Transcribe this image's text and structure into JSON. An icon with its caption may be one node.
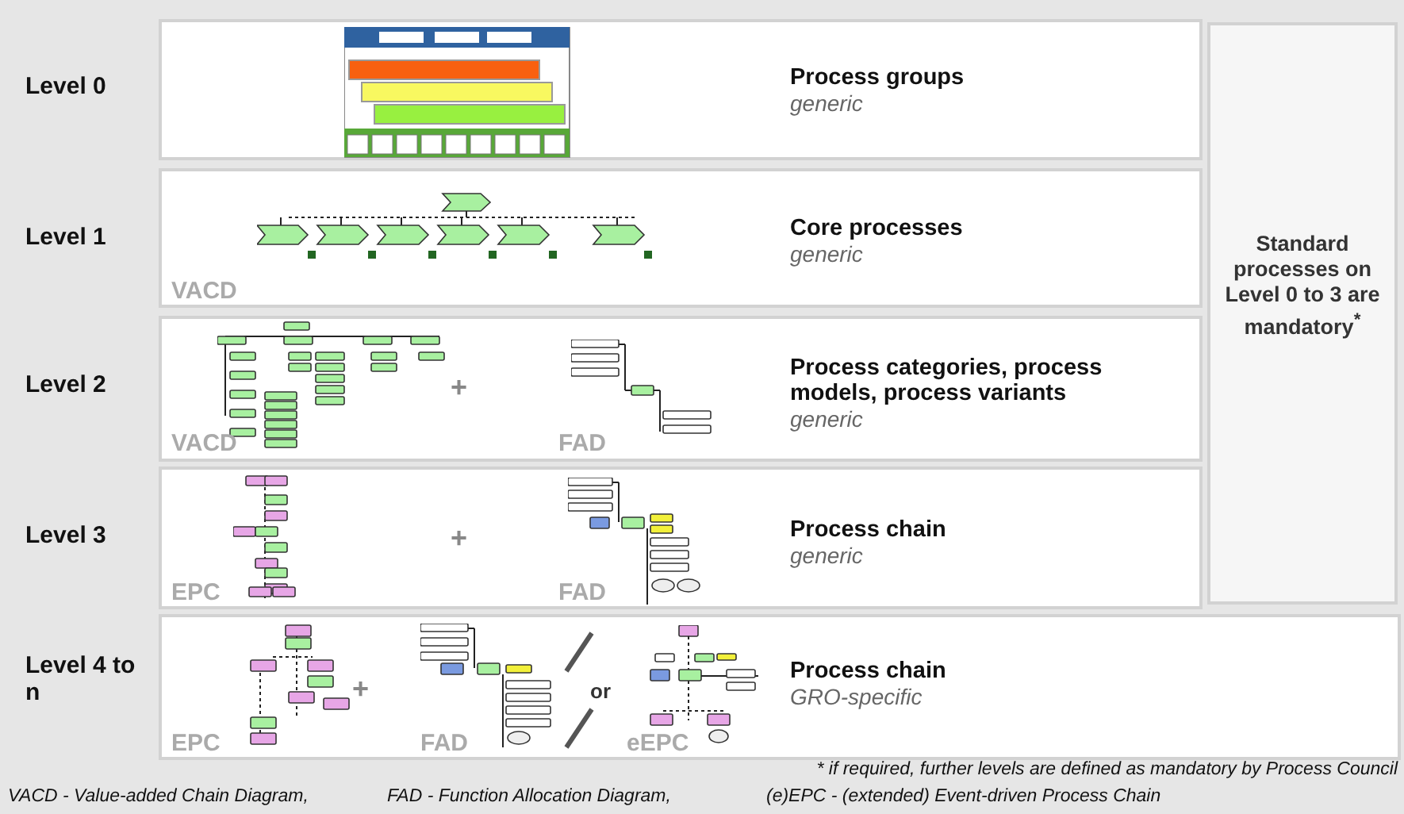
{
  "diagram": {
    "nodes": [
      {
        "text": [
          "Process groups",
          "generic"
        ],
        "beside": [
          "Level 0"
        ]
      },
      {
        "text": [
          "Core processes",
          "generic",
          "VACD"
        ],
        "beside": [
          "Level 1"
        ]
      },
      {
        "text": [
          "Process categories, process models, process variants",
          "generic",
          "VACD",
          "+",
          "FAD"
        ],
        "beside": [
          "Level 2"
        ]
      },
      {
        "text": [
          "Process chain",
          "generic",
          "EPC",
          "+",
          "FAD"
        ],
        "beside": [
          "Level 3"
        ]
      },
      {
        "text": [
          "Process chain",
          "GRO-specific",
          "EPC",
          "+",
          "FAD",
          "or",
          "eEPC"
        ],
        "beside": [
          "Level 4 to n"
        ]
      },
      {
        "text": [
          "Standard processes on Level 0 to 3 are mandatory$^{*}$"
        ]
      }
    ],
    "labels": [
      "* if required, further levels are defined as mandatory by Process Council",
      "VACD - Value-added Chain Diagram,",
      "FAD - Function Allocation Diagram,",
      "(e)EPC - (extended) Event-driven Process Chain"
    ]
  }
}
